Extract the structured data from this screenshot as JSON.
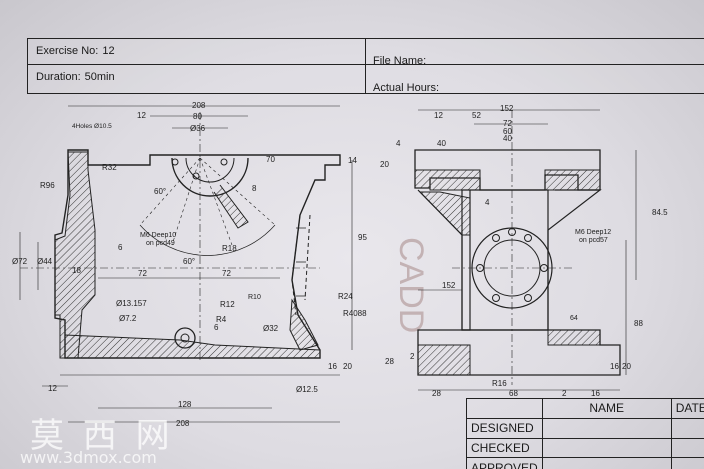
{
  "header": {
    "exercise_label": "Exercise No:",
    "exercise_value": "12",
    "duration_label": "Duration:",
    "duration_value": "50min",
    "file_name_label": "File Name:",
    "file_name_value": "",
    "actual_hours_label": "Actual Hours:",
    "actual_hours_value": ""
  },
  "front_view": {
    "dims": {
      "d208_top": "208",
      "d12": "12",
      "d80": "80",
      "dia36": "Ø36",
      "holes": "4Holes Ø10.5",
      "r32": "R32",
      "r96": "R96",
      "r70": "70",
      "d14": "14",
      "d8": "8",
      "a60a": "60°",
      "a60b": "60°",
      "m6_a": "M6 Deep10",
      "m6_b": "on pcd49",
      "r18": "R18",
      "d6": "6",
      "dia72": "Ø72",
      "dia44": "Ø44",
      "d18": "18",
      "d72a": "72",
      "d72b": "72",
      "d95": "95",
      "r10": "R10",
      "r24": "R24",
      "r4088": "R4088",
      "dia13": "Ø13.157",
      "dia7": "Ø7.2",
      "r12": "R12",
      "r4": "R4",
      "d6b": "6",
      "dia32": "Ø32",
      "d16": "16",
      "d20": "20",
      "d12b": "12",
      "dia12_5": "Ø12.5",
      "d128": "128",
      "d208_bot": "208"
    }
  },
  "side_view": {
    "dims": {
      "d152": "152",
      "d12": "12",
      "d52": "52",
      "d72": "72",
      "d60": "60",
      "d40a": "40",
      "d40b": "40",
      "d4a": "4",
      "d20": "20",
      "d4b": "4",
      "d84_5": "84.5",
      "m6_a": "M6 Deep12",
      "m6_b": "on pcd57",
      "d152b": "152",
      "d64": "64",
      "d88": "88",
      "d28": "28",
      "d2": "2",
      "r16": "R16",
      "d16": "16",
      "d20b": "20",
      "d28b": "28",
      "d68": "68",
      "d2b": "2",
      "d16b": "16"
    }
  },
  "watermark": {
    "cadd_text": "CADD",
    "site_cn": "莫 西 网",
    "site_url": "www.3dmox.com"
  },
  "title_block": {
    "name_header": "NAME",
    "date_header": "DATE",
    "rows": [
      "DESIGNED",
      "CHECKED",
      "APPROVED"
    ]
  }
}
